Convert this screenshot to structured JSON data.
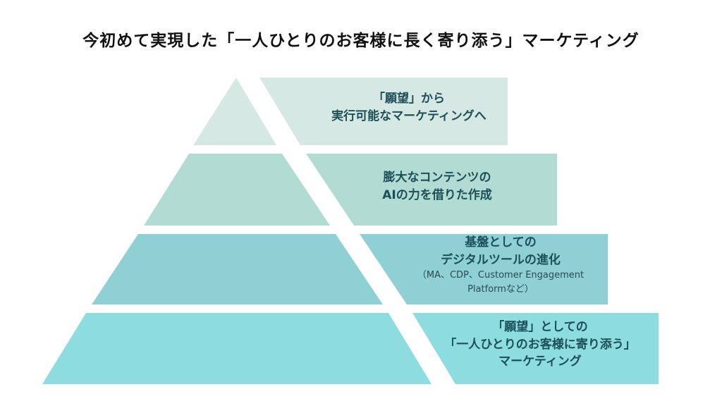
{
  "title": "今初めて実現した「一人ひとりのお客様に長く寄り添う」マーケティング",
  "colors": {
    "tier1": "#d5e8e3",
    "tier2": "#b2dcd3",
    "tier3": "#8fd0d5",
    "tier4": "#8cdce0",
    "label_text": "#1c4f57"
  },
  "tiers": [
    {
      "lines": [
        "「願望」から",
        "実行可能なマーケティングへ"
      ]
    },
    {
      "lines": [
        "膨大なコンテンツの",
        "AIの力を借りた作成"
      ]
    },
    {
      "lines": [
        "基盤としての",
        "デジタルツールの進化"
      ],
      "note_lines": [
        "（MA、CDP、Customer Engagement",
        "Platformなど）"
      ]
    },
    {
      "lines": [
        "「願望」としての",
        "「一人ひとりのお客様に寄り添う」",
        "マーケティング"
      ]
    }
  ]
}
